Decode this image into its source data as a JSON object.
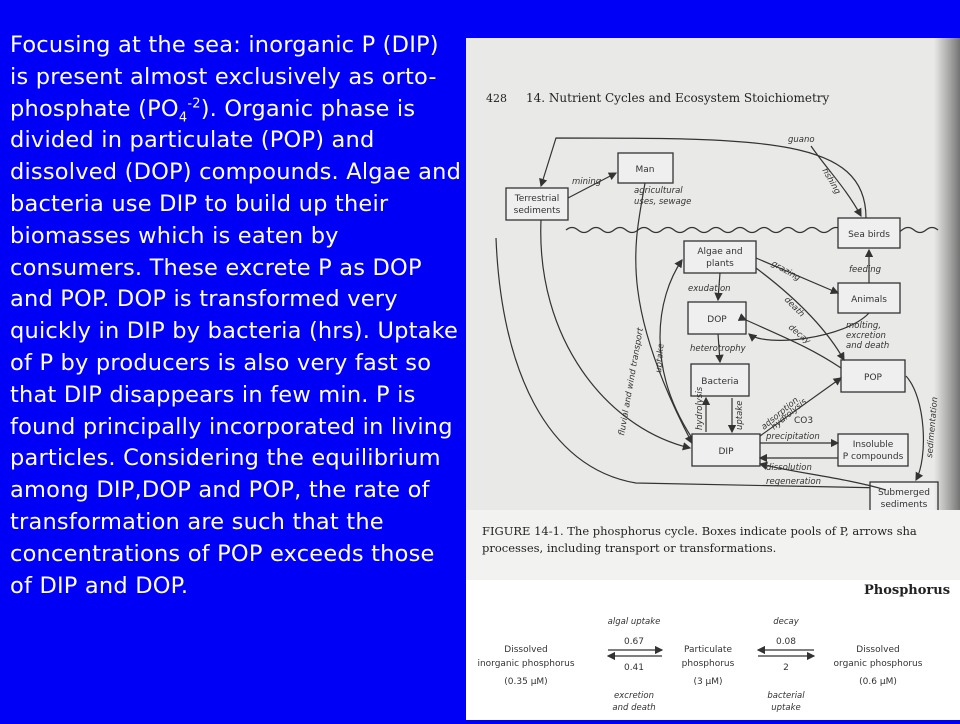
{
  "slide": {
    "text_before_sub": "Focusing at the sea: inorganic P (DIP) is present almost exclusively as orto-phosphate (PO",
    "sub": "4",
    "sup": "-2",
    "text_after_sup": "). Organic phase is divided in particulate (POP) and dissolved (DOP) compounds. Algae and bacteria use DIP to build up their biomasses which is eaten by consumers. These excrete P as DOP and POP. DOP is transformed very quickly in DIP by bacteria (hrs). Uptake of P by producers is also very fast so that DIP disappears in few min. P is found principally incorporated in living particles. Considering the equilibrium among DIP,DOP and POP, the rate of transformation are such that the concentrations of POP exceeds those of DIP and DOP."
  },
  "figure": {
    "page_number": "428",
    "chapter_title": "14. Nutrient Cycles and Ecosystem Stoichiometry",
    "boxes": {
      "man": "Man",
      "terrestrial_1": "Terrestrial",
      "terrestrial_2": "sediments",
      "sea_birds": "Sea birds",
      "algae_1": "Algae and",
      "algae_2": "plants",
      "animals": "Animals",
      "dop": "DOP",
      "bacteria": "Bacteria",
      "pop": "POP",
      "dip": "DIP",
      "insoluble_1": "Insoluble",
      "insoluble_2": "P compounds",
      "submerged_1": "Submerged",
      "submerged_2": "sediments"
    },
    "labels": {
      "guano": "guano",
      "fishing": "fishing",
      "mining": "mining",
      "agri_1": "agricultural",
      "agri_2": "uses, sewage",
      "feeding": "feeding",
      "grazing": "grazing",
      "death": "death",
      "exudation": "exudation",
      "decay": "decay",
      "molting_1": "molting,",
      "molting_2": "excretion",
      "molting_3": "and death",
      "transport": "fluvial and wind transport",
      "uptake_left": "uptake",
      "heterotrophy": "heterotrophy",
      "adsorption": "adsorption",
      "hydrolysis": "hydrolysis",
      "co3": "CO3",
      "precipitation": "precipitation",
      "dissolution": "dissolution",
      "regeneration": "regeneration",
      "sedimentation": "sedimentation",
      "hydrolysis_v": "hydrolysis",
      "uptake_v": "uptake"
    },
    "caption_line1": "FIGURE 14-1. The phosphorus cycle. Boxes indicate pools of P, arrows sha",
    "caption_line2": "processes, including transport or transformations."
  },
  "rates": {
    "heading": "Phosphorus",
    "left_1": "Dissolved",
    "left_2": "inorganic phosphorus",
    "left_conc": "(0.35 μM)",
    "mid_1": "Particulate",
    "mid_2": "phosphorus",
    "mid_conc": "(3 μM)",
    "right_1": "Dissolved",
    "right_2": "organic phosphorus",
    "right_conc": "(0.6 μM)",
    "algal_uptake": "algal uptake",
    "rate_a_fwd": "0.67",
    "rate_a_back": "0.41",
    "excretion_1": "excretion",
    "excretion_2": "and death",
    "decay": "decay",
    "rate_b_fwd": "0.08",
    "rate_b_back": "2",
    "bacterial_1": "bacterial",
    "bacterial_2": "uptake"
  }
}
